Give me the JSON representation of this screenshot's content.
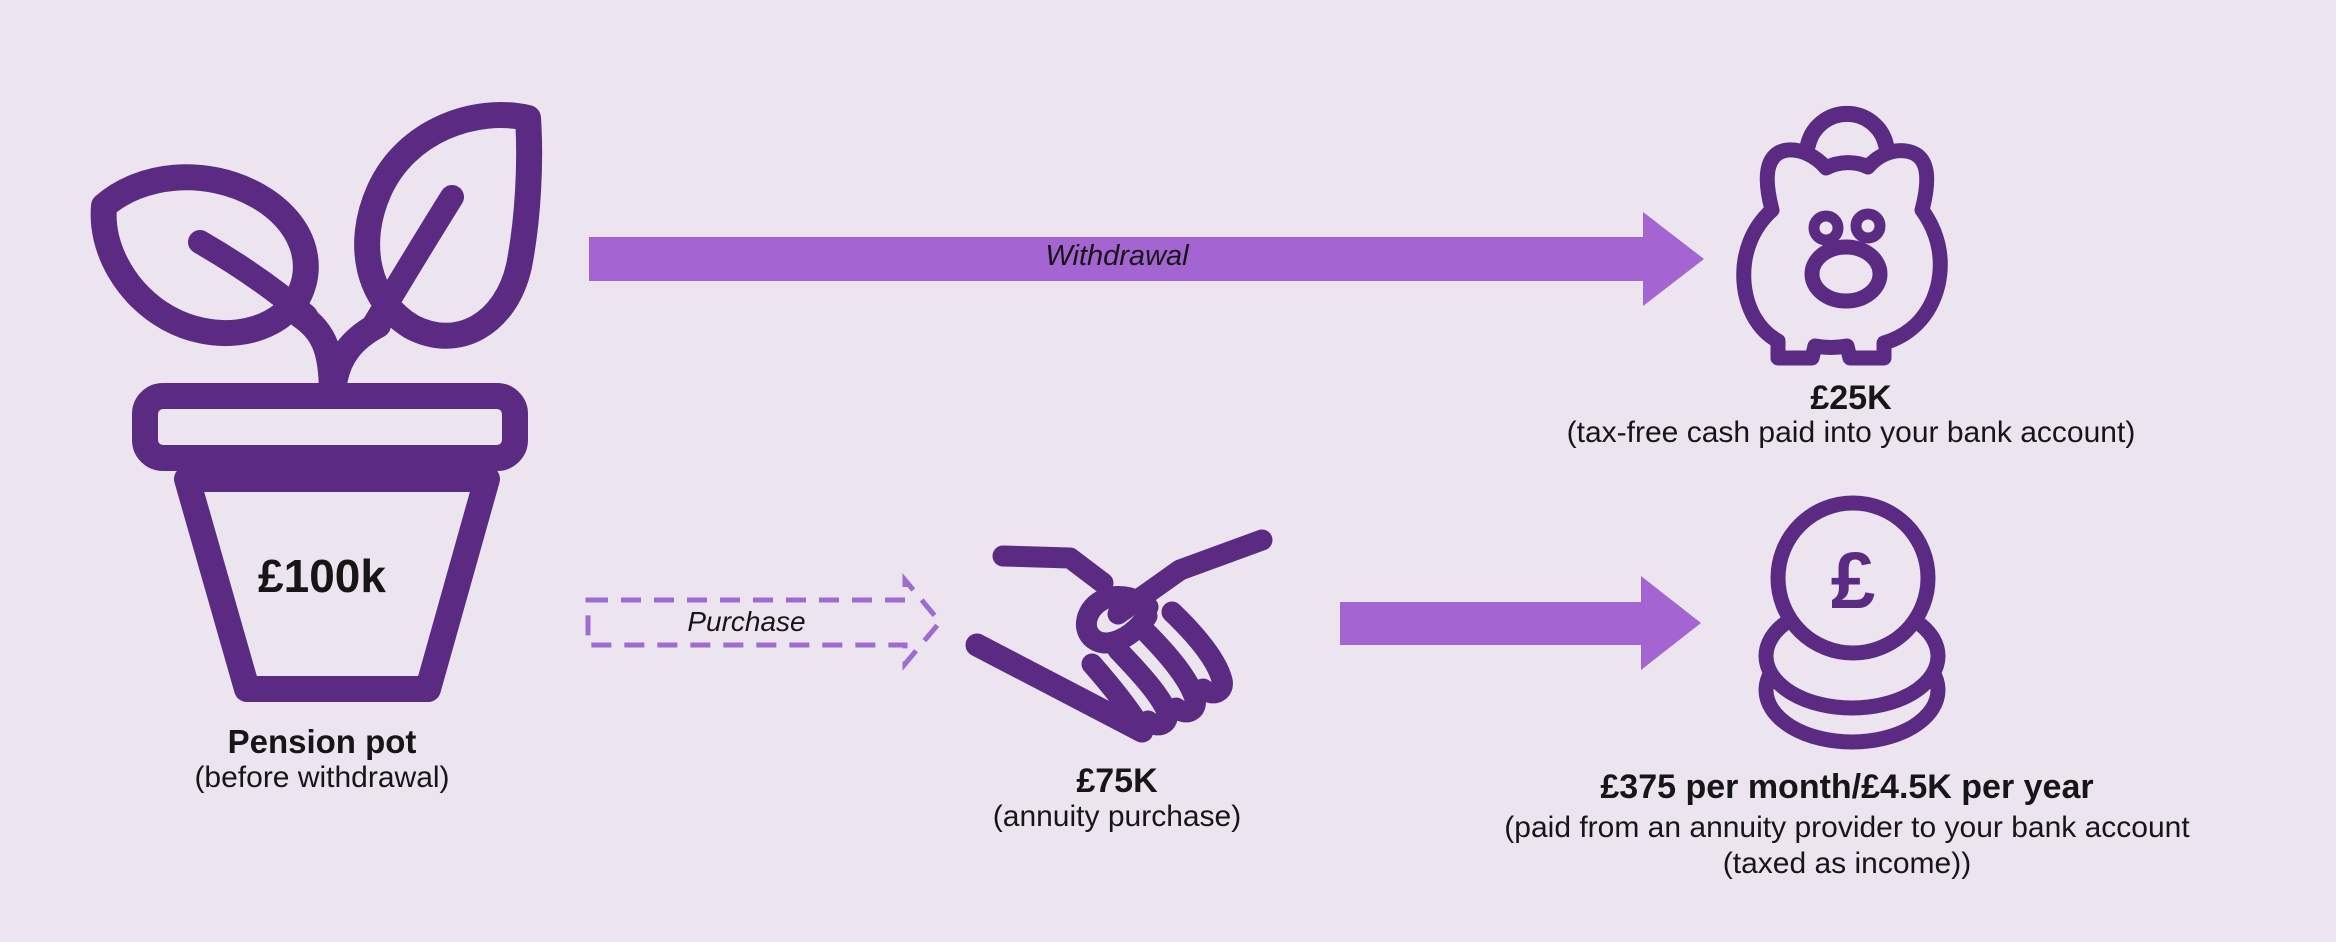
{
  "colors": {
    "background": "#ECE5F0",
    "icon_purple": "#5B2A83",
    "arrow_purple": "#A464D1",
    "dashed_purple": "#9E6BD0",
    "text": "#161616"
  },
  "pension_pot": {
    "amount": "£100k",
    "title": "Pension pot",
    "subtitle": "(before withdrawal)"
  },
  "withdrawal_flow": {
    "arrow_label": "Withdrawal",
    "amount": "£25K",
    "description": "(tax-free cash paid into your bank account)"
  },
  "purchase_flow": {
    "arrow_label": "Purchase",
    "amount": "£75K",
    "description": "(annuity purchase)"
  },
  "annuity_income": {
    "coin_symbol": "£",
    "amount": "£375 per month/£4.5K per year",
    "description_line1": "(paid from an annuity provider to your bank account",
    "description_line2": "(taxed as income))"
  }
}
